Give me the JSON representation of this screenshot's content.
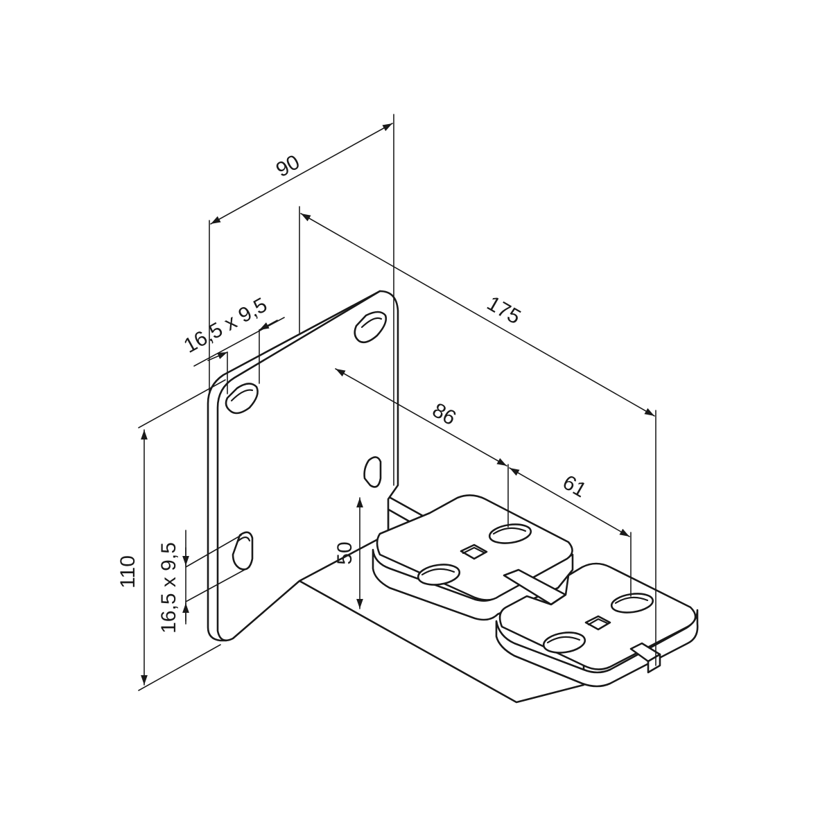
{
  "diagram": {
    "ink_color": "#1a1a1a",
    "background_color": "#ffffff",
    "dimensions": {
      "width_top": "90",
      "total_length": "175",
      "arm_to_first_slot": "86",
      "slot_spacing": "61",
      "plate_height": "110",
      "arm_height": "50",
      "slot_size_top": "16,5 x 9,5",
      "slot_size_side": "16,5 x 9,5"
    }
  }
}
